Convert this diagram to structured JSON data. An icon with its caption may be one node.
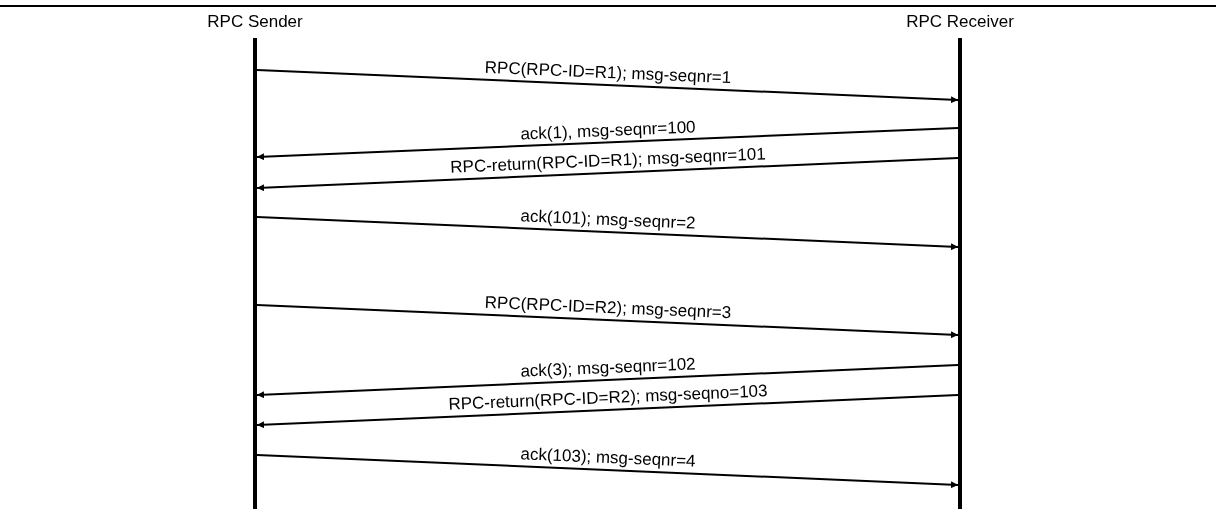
{
  "diagram": {
    "nodes": [
      {
        "text": [
          "RPC Sender"
        ]
      },
      {
        "text": [
          "RPC Receiver"
        ]
      }
    ],
    "edges": [
      {
        "from": 0,
        "to": 1,
        "arrow": "to",
        "label": "RPC(RPC-ID=R1); msg-seqnr=1"
      },
      {
        "from": 1,
        "to": 0,
        "arrow": "to",
        "label": "ack(1), msg-seqnr=100"
      },
      {
        "from": 1,
        "to": 0,
        "arrow": "to",
        "label": "RPC-return(RPC-ID=R1); msg-seqnr=101"
      },
      {
        "from": 0,
        "to": 1,
        "arrow": "to",
        "label": "ack(101); msg-seqnr=2"
      },
      {
        "from": 0,
        "to": 1,
        "arrow": "to",
        "label": "RPC(RPC-ID=R2); msg-seqnr=3"
      },
      {
        "from": 1,
        "to": 0,
        "arrow": "to",
        "label": "ack(3); msg-seqnr=102"
      },
      {
        "from": 1,
        "to": 0,
        "arrow": "to",
        "label": "RPC-return(RPC-ID=R2); msg-seqno=103"
      },
      {
        "from": 0,
        "to": 1,
        "arrow": "to",
        "label": "ack(103); msg-seqnr=4"
      }
    ]
  }
}
